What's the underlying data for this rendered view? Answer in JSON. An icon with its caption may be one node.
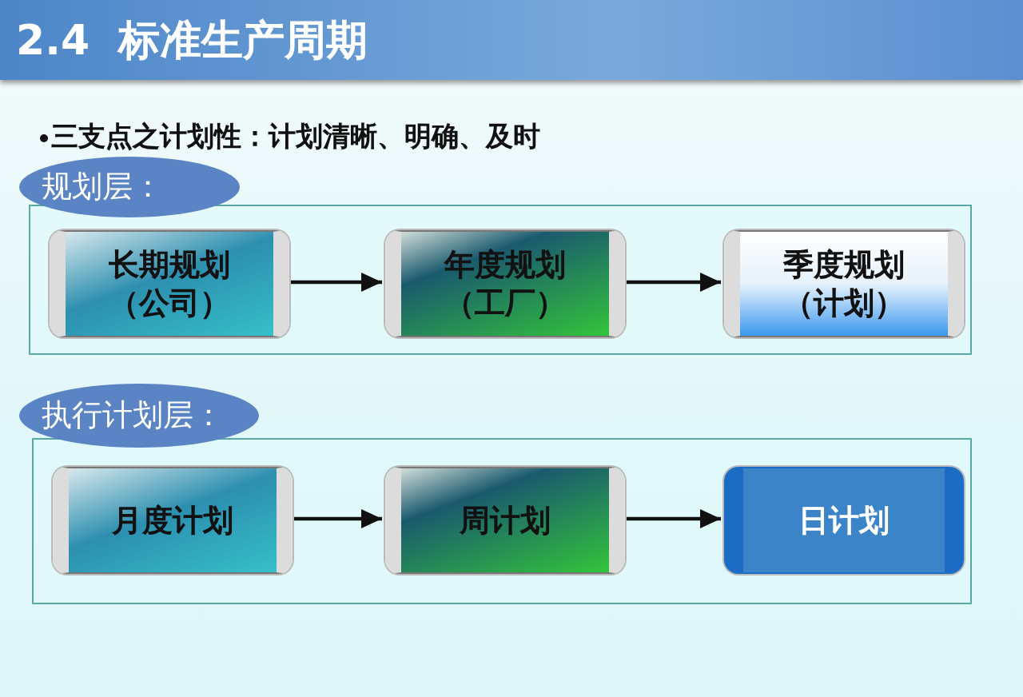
{
  "diagram": {
    "title": "2.4  标准生产周期",
    "nodes": [
      {
        "text": [
          "规划层："
        ]
      },
      {
        "text": [],
        "shape": "box"
      },
      {
        "text": [
          "长期规划（公司）"
        ],
        "in": 1
      },
      {
        "text": [
          "年度规划（工厂）"
        ],
        "in": 1
      },
      {
        "text": [
          "季度规划（计划）"
        ],
        "in": 1
      },
      {
        "text": [
          "执行计划层："
        ]
      },
      {
        "text": [],
        "shape": "box"
      },
      {
        "text": [
          "月度计划"
        ],
        "in": 6
      },
      {
        "text": [
          "周计划"
        ],
        "in": 6
      },
      {
        "text": [
          "日计划"
        ],
        "in": 6
      }
    ],
    "edges": [
      {
        "from": 2,
        "to": 3,
        "arrow": "to"
      },
      {
        "from": 3,
        "to": 4,
        "arrow": "to"
      },
      {
        "from": 7,
        "to": 8,
        "arrow": "to"
      },
      {
        "from": 8,
        "to": 9,
        "arrow": "to"
      }
    ],
    "labels": [
      "三支点之计划性：计划清晰、明确、及时"
    ]
  }
}
